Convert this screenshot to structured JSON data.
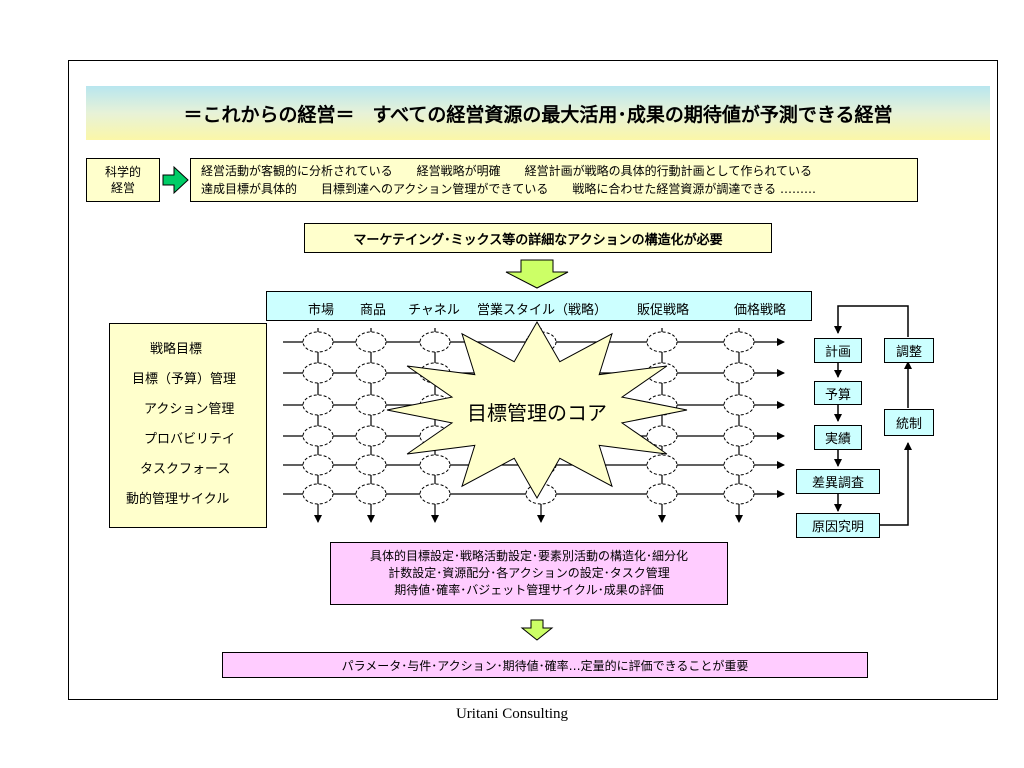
{
  "title": {
    "left": "＝これからの経営＝",
    "right": "すべての経営資源の最大活用･成果の期待値が予測できる経営"
  },
  "science": {
    "line1": "科学的",
    "line2": "経営"
  },
  "summary": {
    "row1": [
      "経営活動が客観的に分析されている",
      "経営戦略が明確",
      "経営計画が戦略の具体的行動計画として作られている"
    ],
    "row2": [
      "達成目標が具体的",
      "目標到達へのアクション管理ができている",
      "戦略に合わせた経営資源が調達できる ………"
    ]
  },
  "marketing": "マーケテイング･ミックス等の詳細なアクションの構造化が必要",
  "columns": [
    "市場",
    "商品",
    "チャネル",
    "営業スタイル（戦略）",
    "販促戦略",
    "価格戦略"
  ],
  "rows": [
    "戦略目標",
    "目標（予算）管理",
    "アクション管理",
    "プロバビリテイ",
    "タスクフォース",
    "動的管理サイクル"
  ],
  "core": "目標管理のコア",
  "cycle": {
    "steps": [
      "計画",
      "予算",
      "実績",
      "差異調査",
      "原因究明"
    ],
    "adjust": "調整",
    "control": "統制"
  },
  "actions": [
    "具体的目標設定･戦略活動設定･要素別活動の構造化･細分化",
    "計数設定･資源配分･各アクションの設定･タスク管理",
    "期待値･確率･バジェット管理サイクル･成果の評価"
  ],
  "conclusion": "パラメータ･与件･アクション･期待値･確率…定量的に評価できることが重要",
  "footer": "Uritani Consulting",
  "colors": {
    "cream": "#ffffcc",
    "cyan": "#ccffff",
    "pink": "#ffccff",
    "arrow_green": "#ccff66",
    "big_arrow": "#00cc66"
  }
}
